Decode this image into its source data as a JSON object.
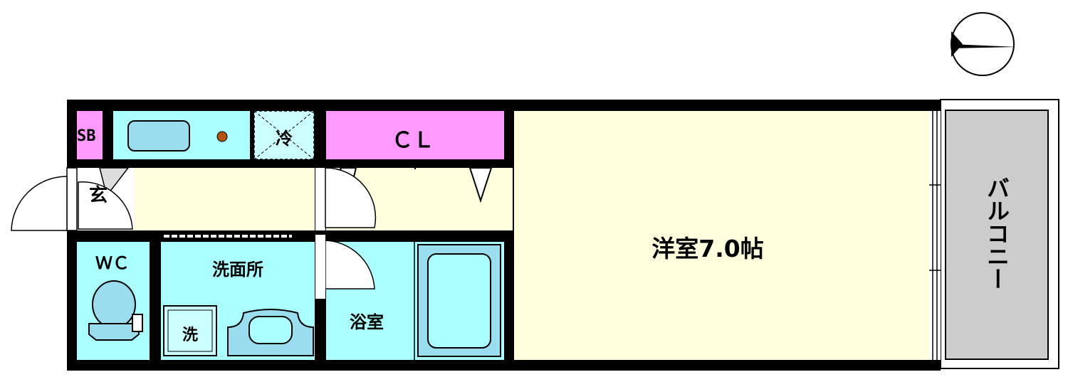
{
  "floor_plan": {
    "rooms": {
      "shoe_box": "SB",
      "entrance": "玄",
      "fridge": "冷",
      "closet": "ＣＬ",
      "western_room": "洋室7.0帖",
      "toilet": "ＷＣ",
      "washroom": "洗面所",
      "washer": "洗",
      "bathroom": "浴室",
      "balcony": "バルコニー"
    },
    "colors": {
      "wall": "#000000",
      "pink": "#ff99ff",
      "cyan": "#aaffff",
      "cyan_light": "#ccffff",
      "cream": "#ffffdd",
      "balcony": "#cccccc",
      "fixture": "#99ddee",
      "knob": "#b45309"
    },
    "icons": [
      "compass-north-icon",
      "kitchen-sink-icon",
      "toilet-icon",
      "washbasin-icon",
      "bathtub-icon"
    ]
  }
}
